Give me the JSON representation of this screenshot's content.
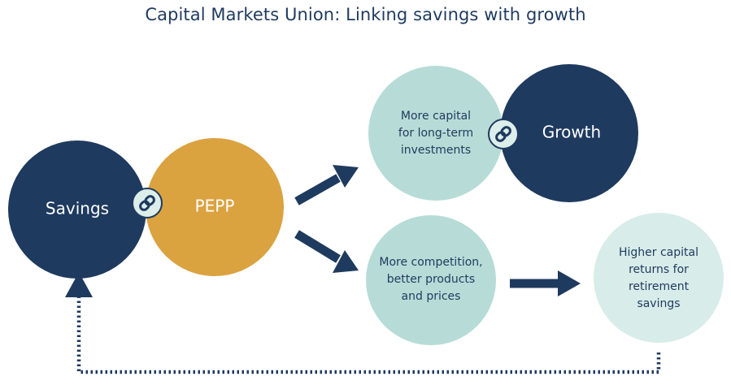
{
  "title": "Capital Markets Union: Linking savings with growth",
  "nodes": {
    "savings": {
      "label": "Savings",
      "color": "#1f3a5f"
    },
    "pepp": {
      "label": "PEPP",
      "color": "#dba240"
    },
    "more_capital": {
      "lines": [
        "More capital",
        "for long-term",
        "investments"
      ],
      "color": "#b7dcd7"
    },
    "growth": {
      "label": "Growth",
      "color": "#1f3a5f"
    },
    "more_competition": {
      "lines": [
        "More competition,",
        "better products",
        "and prices"
      ],
      "color": "#b7dcd7"
    },
    "higher_returns": {
      "lines": [
        "Higher capital",
        "returns for",
        "retirement",
        "savings"
      ],
      "color": "#d8ece9"
    }
  },
  "icons": [
    "link-icon",
    "link-icon",
    "arrow-icon",
    "arrow-icon",
    "arrow-icon",
    "arrow-icon"
  ],
  "colors": {
    "navy": "#1f3a5f",
    "gold": "#dba240",
    "teal_light": "#b7dcd7",
    "teal_lighter": "#d8ece9",
    "link_badge": "#dceeea"
  }
}
